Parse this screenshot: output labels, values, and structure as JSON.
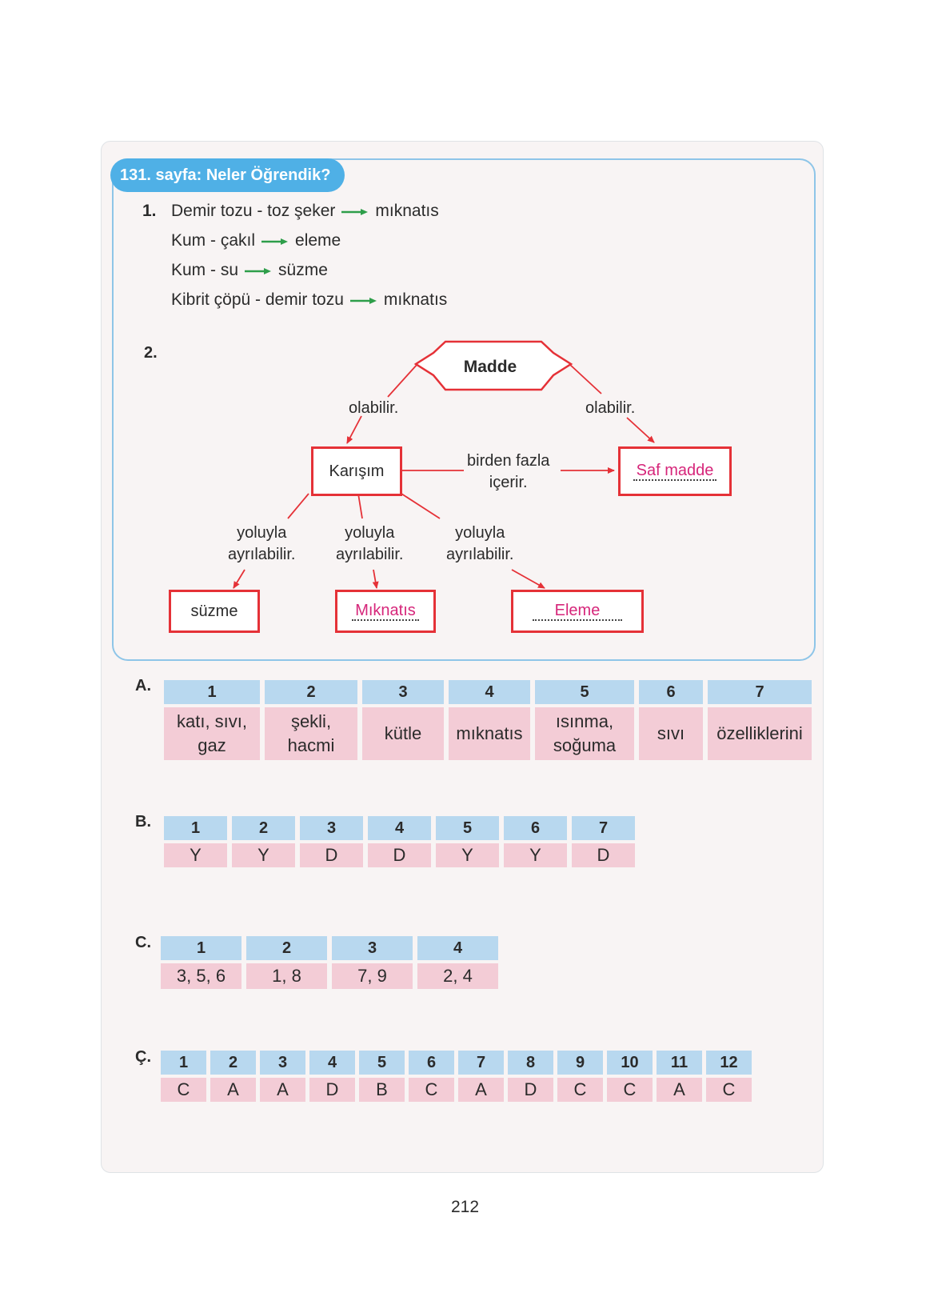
{
  "header": {
    "title": "131. sayfa: Neler Öğrendik?"
  },
  "question1": {
    "number": "1.",
    "lines": [
      {
        "left": "Demir tozu - toz şeker",
        "right": "mıknatıs"
      },
      {
        "left": "Kum - çakıl",
        "right": "eleme"
      },
      {
        "left": "Kum - su",
        "right": "süzme"
      },
      {
        "left": "Kibrit çöpü - demir tozu",
        "right": "mıknatıs"
      }
    ]
  },
  "question2": {
    "number": "2.",
    "madde": "Madde",
    "olabilir_left": "olabilir.",
    "olabilir_right": "olabilir.",
    "karisim": "Karışım",
    "birden_fazla": "birden fazla",
    "icerir": "içerir.",
    "saf_madde": "Saf madde",
    "yoluyla_1": "yoluyla",
    "ayrilabilir_1": "ayrılabilir.",
    "yoluyla_2": "yoluyla",
    "ayrilabilir_2": "ayrılabilir.",
    "yoluyla_3": "yoluyla",
    "ayrilabilir_3": "ayrılabilir.",
    "suzme": "süzme",
    "miknatis": "Mıknatıs",
    "eleme": "Eleme"
  },
  "sectionA": {
    "letter": "A.",
    "headers": [
      "1",
      "2",
      "3",
      "4",
      "5",
      "6",
      "7"
    ],
    "cells": [
      [
        "katı, sıvı,",
        "gaz"
      ],
      [
        "şekli,",
        "hacmi"
      ],
      [
        "kütle"
      ],
      [
        "mıknatıs"
      ],
      [
        "ısınma,",
        "soğuma"
      ],
      [
        "sıvı"
      ],
      [
        "özelliklerini"
      ]
    ]
  },
  "sectionB": {
    "letter": "B.",
    "headers": [
      "1",
      "2",
      "3",
      "4",
      "5",
      "6",
      "7"
    ],
    "cells": [
      "Y",
      "Y",
      "D",
      "D",
      "Y",
      "Y",
      "D"
    ]
  },
  "sectionC": {
    "letter": "C.",
    "headers": [
      "1",
      "2",
      "3",
      "4"
    ],
    "cells": [
      "3, 5, 6",
      "1, 8",
      "7, 9",
      "2, 4"
    ]
  },
  "sectionCC": {
    "letter": "Ç.",
    "headers": [
      "1",
      "2",
      "3",
      "4",
      "5",
      "6",
      "7",
      "8",
      "9",
      "10",
      "11",
      "12"
    ],
    "cells": [
      "C",
      "A",
      "A",
      "D",
      "B",
      "C",
      "A",
      "D",
      "C",
      "C",
      "A",
      "C"
    ]
  },
  "page_number": "212",
  "colors": {
    "header_blue": "#4fb0e6",
    "box_border_red": "#e53137",
    "table_header_blue": "#b8d8ef",
    "table_cell_pink": "#f3ccd6",
    "answer_magenta": "#d6267a",
    "arrow_green": "#2e9e4a"
  }
}
